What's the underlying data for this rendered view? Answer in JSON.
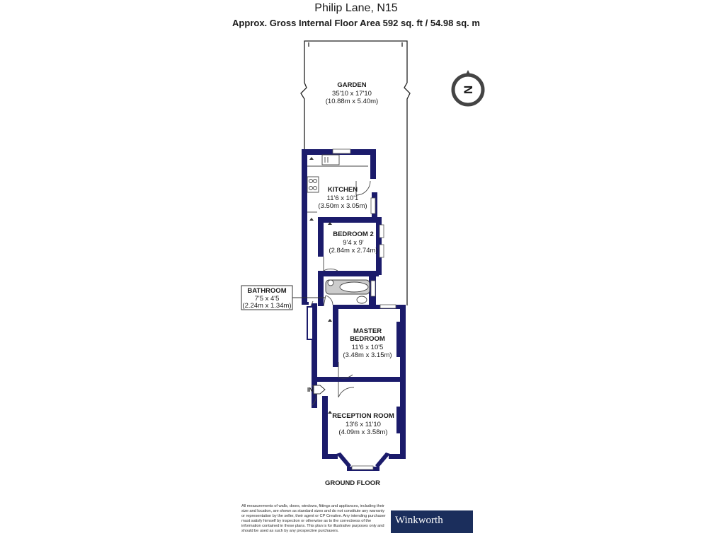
{
  "header": {
    "title": "Philip Lane, N15",
    "subtitle": "Approx. Gross Internal Floor Area 592 sq. ft / 54.98 sq. m"
  },
  "compass": {
    "letter": "N"
  },
  "rooms": {
    "garden": {
      "name": "GARDEN",
      "imperial": "35'10 x 17'10",
      "metric": "(10.88m x 5.40m)"
    },
    "kitchen": {
      "name": "KITCHEN",
      "imperial": "11'6 x 10'1",
      "metric": "(3.50m x 3.05m)"
    },
    "bedroom2": {
      "name": "BEDROOM 2",
      "imperial": "9'4 x 9'",
      "metric": "(2.84m x 2.74m)"
    },
    "bathroom": {
      "name": "BATHROOM",
      "imperial": "7'5 x 4'5",
      "metric": "(2.24m x 1.34m)"
    },
    "master": {
      "name_line1": "MASTER",
      "name_line2": "BEDROOM",
      "imperial": "11'6 x 10'5",
      "metric": "(3.48m x 3.15m)"
    },
    "reception": {
      "name": "RECEPTION ROOM",
      "imperial": "13'6 x 11'10",
      "metric": "(4.09m x 3.58m)"
    }
  },
  "entrance_label": "IN",
  "floor_label": "GROUND FLOOR",
  "disclaimer": "All measurements of walls, doors, windows, fittings and appliances, including their size and location, are shown as standard sizes and do not constitute any warranty or representation by the seller, their agent or CP Creative. Any intending purchaser must satisfy himself by inspection or otherwise as to the correctness of the information contained in these plans. This plan is for illustrative purposes only and should be used as such by any prospective purchasers.",
  "brand": "Winkworth",
  "colors": {
    "wall": "#1b1b6b",
    "brand_bg": "#1b2e5c"
  }
}
